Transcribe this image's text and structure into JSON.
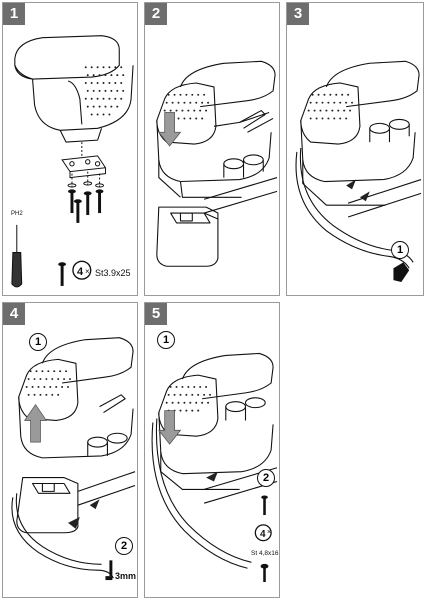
{
  "steps": [
    {
      "number": "1",
      "qty_number": "4",
      "qty_mark": "×",
      "screw_spec": "St3.9x25",
      "tool_label": "PH2"
    },
    {
      "number": "2"
    },
    {
      "number": "3",
      "callout": "1"
    },
    {
      "number": "4",
      "callout_top": "1",
      "callout_bottom": "2",
      "size_label": "3mm"
    },
    {
      "number": "5",
      "callout_top": "1",
      "callout_bottom": "2",
      "qty_number": "4",
      "qty_mark": "×",
      "screw_spec": "St 4,8x16"
    }
  ],
  "colors": {
    "frame": "#9a9a9a",
    "badge": "#6e6e6e",
    "line": "#111111"
  }
}
